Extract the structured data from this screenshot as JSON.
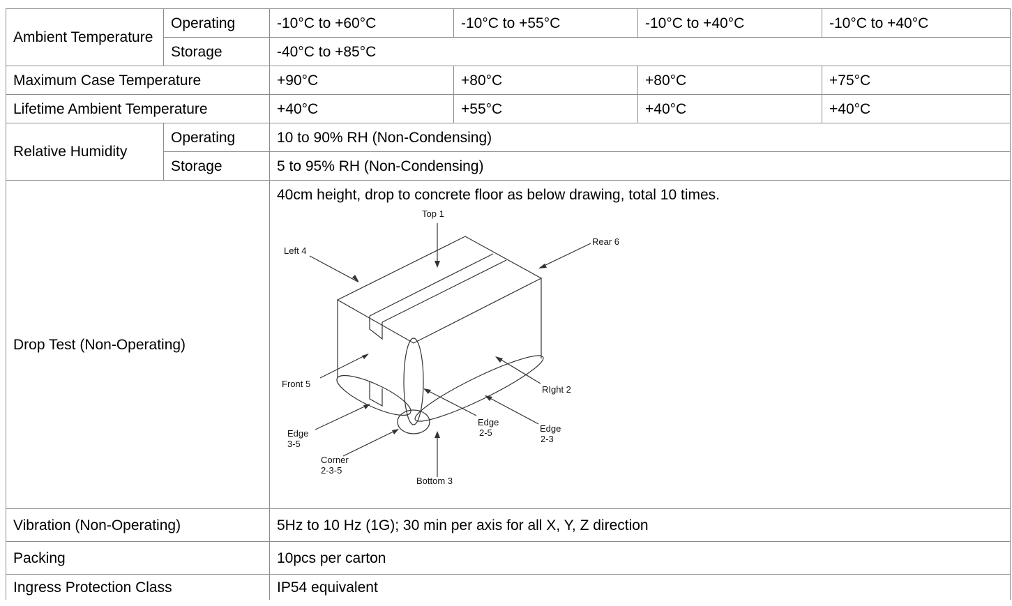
{
  "rows": {
    "ambient": {
      "label": "Ambient Temperature",
      "operating_label": "Operating",
      "operating_values": [
        "-10°C to +60°C",
        "-10°C to +55°C",
        "-10°C to +40°C",
        "-10°C to +40°C"
      ],
      "storage_label": "Storage",
      "storage_value": "-40°C to +85°C"
    },
    "max_case": {
      "label": "Maximum Case Temperature",
      "values": [
        "+90°C",
        "+80°C",
        "+80°C",
        "+75°C"
      ]
    },
    "lifetime": {
      "label": "Lifetime Ambient Temperature",
      "values": [
        "+40°C",
        "+55°C",
        "+40°C",
        "+40°C"
      ]
    },
    "humidity": {
      "label": "Relative Humidity",
      "operating_label": "Operating",
      "operating_value": "10 to 90% RH (Non-Condensing)",
      "storage_label": "Storage",
      "storage_value": "5 to 95% RH (Non-Condensing)"
    },
    "drop": {
      "label": "Drop Test (Non-Operating)",
      "description": "40cm height, drop to concrete floor as below drawing, total 10 times.",
      "diagram_labels": {
        "top": "Top 1",
        "rear": "Rear 6",
        "left": "Left 4",
        "front": "Front 5",
        "right": "RIght 2",
        "edge_35_a": "Edge",
        "edge_35_b": "3-5",
        "edge_25_a": "Edge",
        "edge_25_b": "2-5",
        "edge_23_a": "Edge",
        "edge_23_b": "2-3",
        "corner_a": "Corner",
        "corner_b": "2-3-5",
        "bottom": "Bottom 3"
      }
    },
    "vibration": {
      "label": "Vibration (Non-Operating)",
      "value": "5Hz to 10 Hz (1G); 30 min per axis for all X, Y, Z direction"
    },
    "packing": {
      "label": "Packing",
      "value": "10pcs per carton"
    },
    "ingress": {
      "label": "Ingress Protection Class",
      "value": "IP54 equivalent"
    }
  }
}
